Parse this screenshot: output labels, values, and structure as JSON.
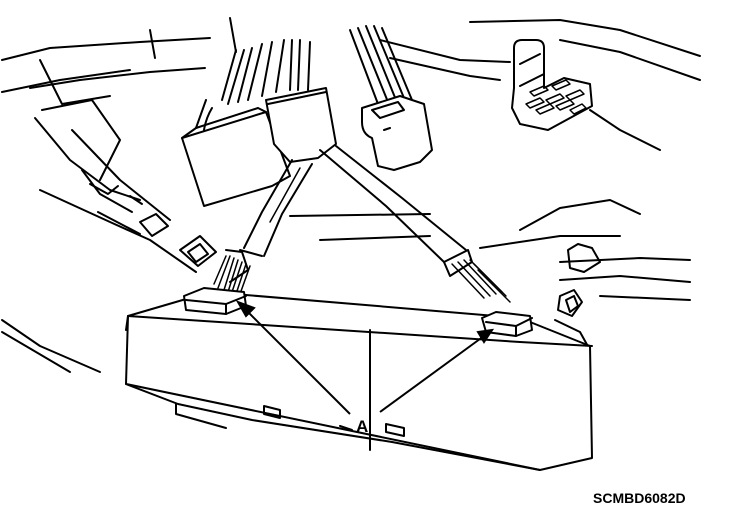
{
  "callout": {
    "label": "A"
  },
  "figure_code": "SCMBD6082D",
  "colors": {
    "line": "#000000",
    "background": "#ffffff"
  },
  "parts": [
    "dashboard-panel",
    "wire-harness",
    "connector-left",
    "connector-center",
    "connector-right",
    "multi-pin-connector",
    "control-unit",
    "unit-connector-left",
    "unit-connector-right"
  ]
}
